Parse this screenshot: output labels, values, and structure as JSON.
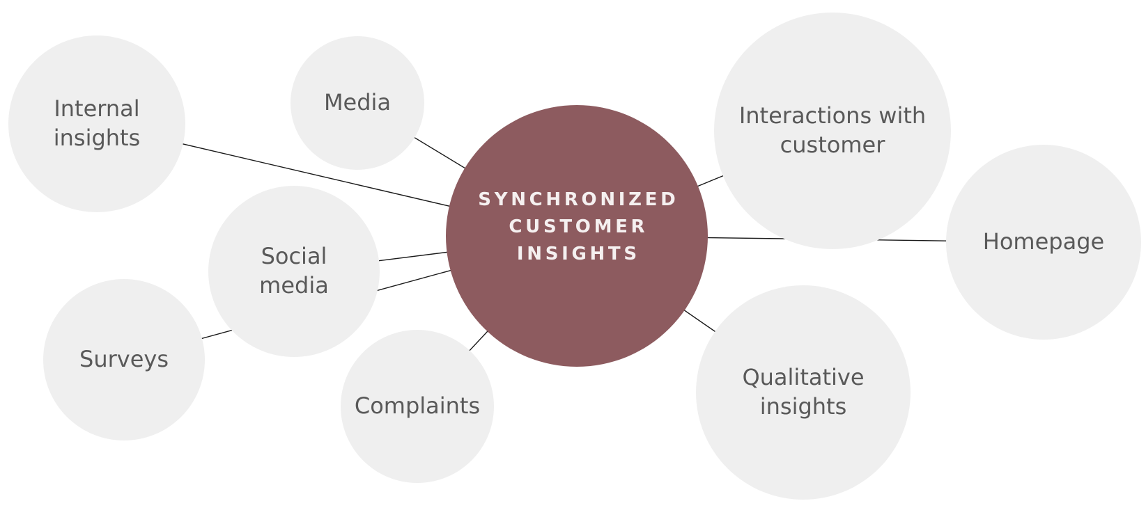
{
  "diagram": {
    "hub": {
      "title": "SYNCHRONIZED CUSTOMER INSIGHTS",
      "title_lines": [
        "SYNCHRONIZED",
        "CUSTOMER",
        "INSIGHTS"
      ]
    },
    "nodes": [
      {
        "id": "internal-insights",
        "label": "Internal insights"
      },
      {
        "id": "media",
        "label": "Media"
      },
      {
        "id": "social-media",
        "label": "Social media"
      },
      {
        "id": "surveys",
        "label": "Surveys"
      },
      {
        "id": "complaints",
        "label": "Complaints"
      },
      {
        "id": "interactions-with-customer",
        "label": "Interactions with customer"
      },
      {
        "id": "homepage",
        "label": "Homepage"
      },
      {
        "id": "qualitative-insights",
        "label": "Qualitative insights"
      }
    ],
    "edges": [
      {
        "from": "internal-insights",
        "to": "hub"
      },
      {
        "from": "media",
        "to": "hub"
      },
      {
        "from": "social-media",
        "to": "hub"
      },
      {
        "from": "surveys",
        "to": "hub"
      },
      {
        "from": "complaints",
        "to": "hub"
      },
      {
        "from": "interactions-with-customer",
        "to": "hub"
      },
      {
        "from": "homepage",
        "to": "hub"
      },
      {
        "from": "qualitative-insights",
        "to": "hub"
      }
    ],
    "colors": {
      "hub_fill": "#8D5B5F",
      "hub_text": "#F5F0F0",
      "node_fill": "#EFEFEF",
      "node_text": "#595959",
      "connector": "#1A1A1A",
      "background": "#FFFFFF"
    }
  }
}
